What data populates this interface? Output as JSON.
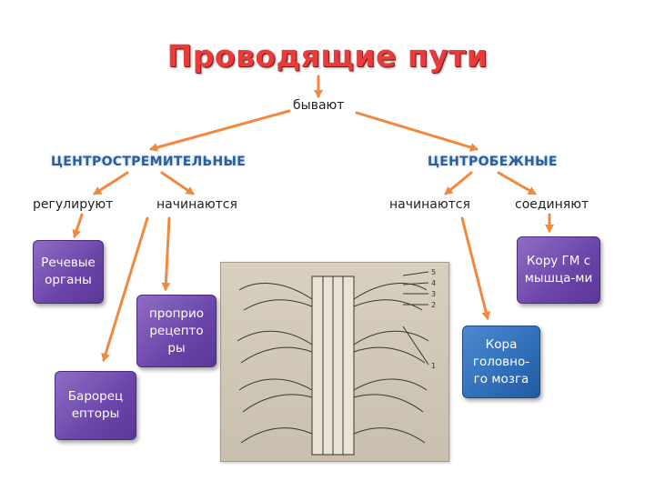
{
  "title": "Проводящие пути",
  "subtitle": "бывают",
  "categories": {
    "centripetal": "ЦЕНТРОСТРЕМИТЕЛЬНЫЕ",
    "centrifugal": "ЦЕНТРОБЕЖНЫЕ"
  },
  "verbs": {
    "regulate": "регулируют",
    "begin_left": "начинаются",
    "begin_right": "начинаются",
    "connect": "соединяют"
  },
  "boxes": {
    "speech_organs": "Речевые органы",
    "baroreceptors": "Барорец епторы",
    "proprioceptors": "проприо рецепто ры",
    "brain_cortex": "Кора головно-го мозга",
    "cortex_muscles": "Кору ГМ с мышца-ми"
  },
  "figure": {
    "labels": [
      "5",
      "4",
      "3",
      "2",
      "1"
    ]
  },
  "colors": {
    "title": "#ea3b3b",
    "category": "#2d5f96",
    "arrow": "#f0883e",
    "violet_box": "#6a45a8",
    "blue_box": "#2f6eb8"
  }
}
